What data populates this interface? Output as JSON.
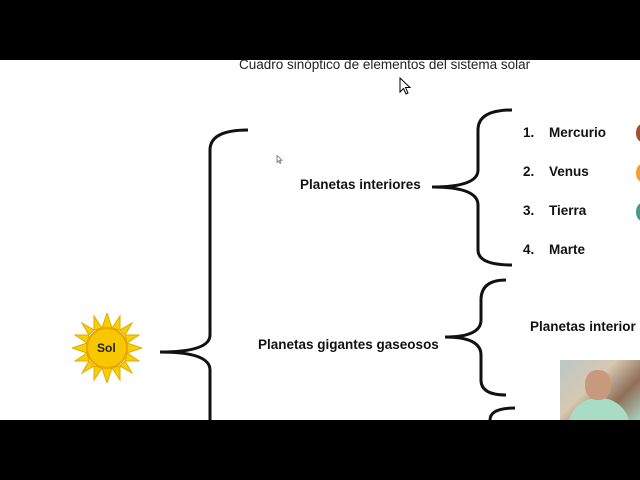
{
  "title": "Cuadro sinóptico de elementos del sistema solar",
  "root": {
    "label": "Sol",
    "icon": "sun-icon",
    "color": "#f5c400"
  },
  "groups": [
    {
      "label": "Planetas interiores",
      "items": [
        "1.",
        "Mercurio",
        "2.",
        "Venus",
        "3.",
        "Tierra",
        "4.",
        "Marte"
      ]
    },
    {
      "label": "Planetas gigantes gaseosos",
      "sublabel": "Planetas interior"
    }
  ],
  "planet_colors": [
    "#a0522d",
    "#f0a030",
    "#4a9a8a"
  ]
}
